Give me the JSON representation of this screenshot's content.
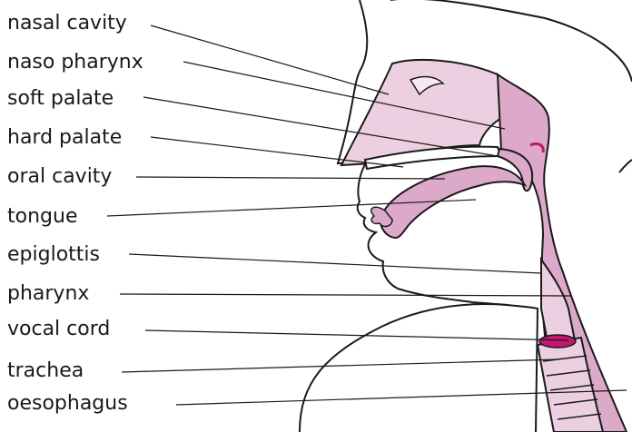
{
  "labels": [
    "nasal cavity",
    "naso pharynx",
    "soft palate",
    "hard palate",
    "oral cavity",
    "tongue",
    "epiglottis",
    "pharynx",
    "vocal cord",
    "trachea",
    "oesophagus"
  ],
  "colors": {
    "tissue_light": "#ecd0e1",
    "tissue_mid": "#dca9cb",
    "vocal_cord": "#c2166f",
    "outline": "#1a1a1a"
  }
}
